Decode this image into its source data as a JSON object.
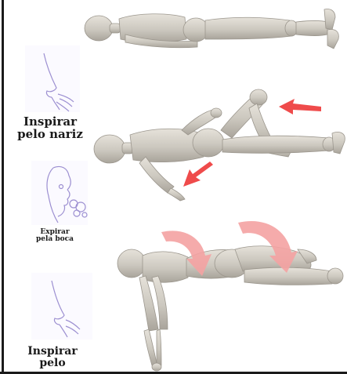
{
  "labels": {
    "inhale_nose": [
      "Inspirar",
      "pelo nariz"
    ],
    "exhale_mouth": [
      "Expirar",
      "pela boca"
    ],
    "inhale_partial": [
      "Inspirar",
      "pelo"
    ]
  },
  "icons": [
    "nose-breath-in-icon",
    "mouth-breath-out-icon",
    "nose-breath-in-icon"
  ],
  "colors": {
    "figure": "#ccc8bf",
    "figure_shadow": "#a9a49b",
    "arrow_red": "#ef4b4b",
    "arrow_pink": "#f4a2a2",
    "line_drawing": "#9c8fd1",
    "text": "#1a1a1a"
  }
}
